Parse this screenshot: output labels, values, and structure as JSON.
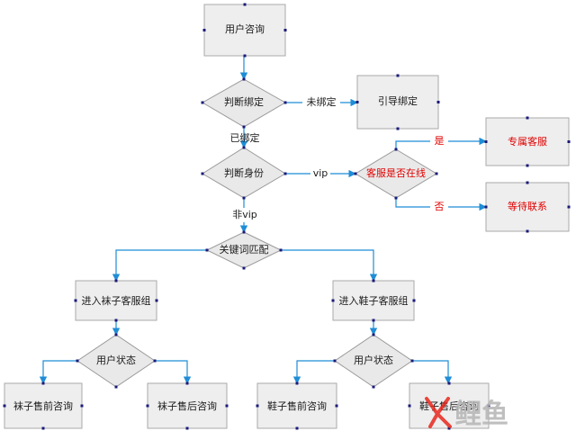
{
  "colors": {
    "connector": "#1f8dd6",
    "node_fill": "#eeeeee",
    "node_stroke": "#a9a9a9",
    "highlight_text": "#e00000",
    "watermark_red": "#e8281e",
    "watermark_gray": "#b5b5b5"
  },
  "nodes": {
    "user_inquiry": "用户咨询",
    "check_binding": "判断绑定",
    "guide_binding": "引导绑定",
    "check_identity": "判断身份",
    "cs_online": "客服是否在线",
    "dedicated_cs": "专属客服",
    "wait_contact": "等待联系",
    "keyword_match": "关键词匹配",
    "enter_sock_group": "进入袜子客服组",
    "enter_shoe_group": "进入鞋子客服组",
    "user_status_left": "用户状态",
    "user_status_right": "用户状态",
    "sock_presale": "袜子售前咨询",
    "sock_aftersale": "袜子售后咨询",
    "shoe_presale": "鞋子售前咨询",
    "shoe_aftersale": "鞋子售后咨询"
  },
  "edge_labels": {
    "unbound": "未绑定",
    "bound": "已绑定",
    "vip": "vip",
    "non_vip": "非vip",
    "yes": "是",
    "no": "否"
  },
  "watermark": {
    "text": "鲤鱼"
  }
}
